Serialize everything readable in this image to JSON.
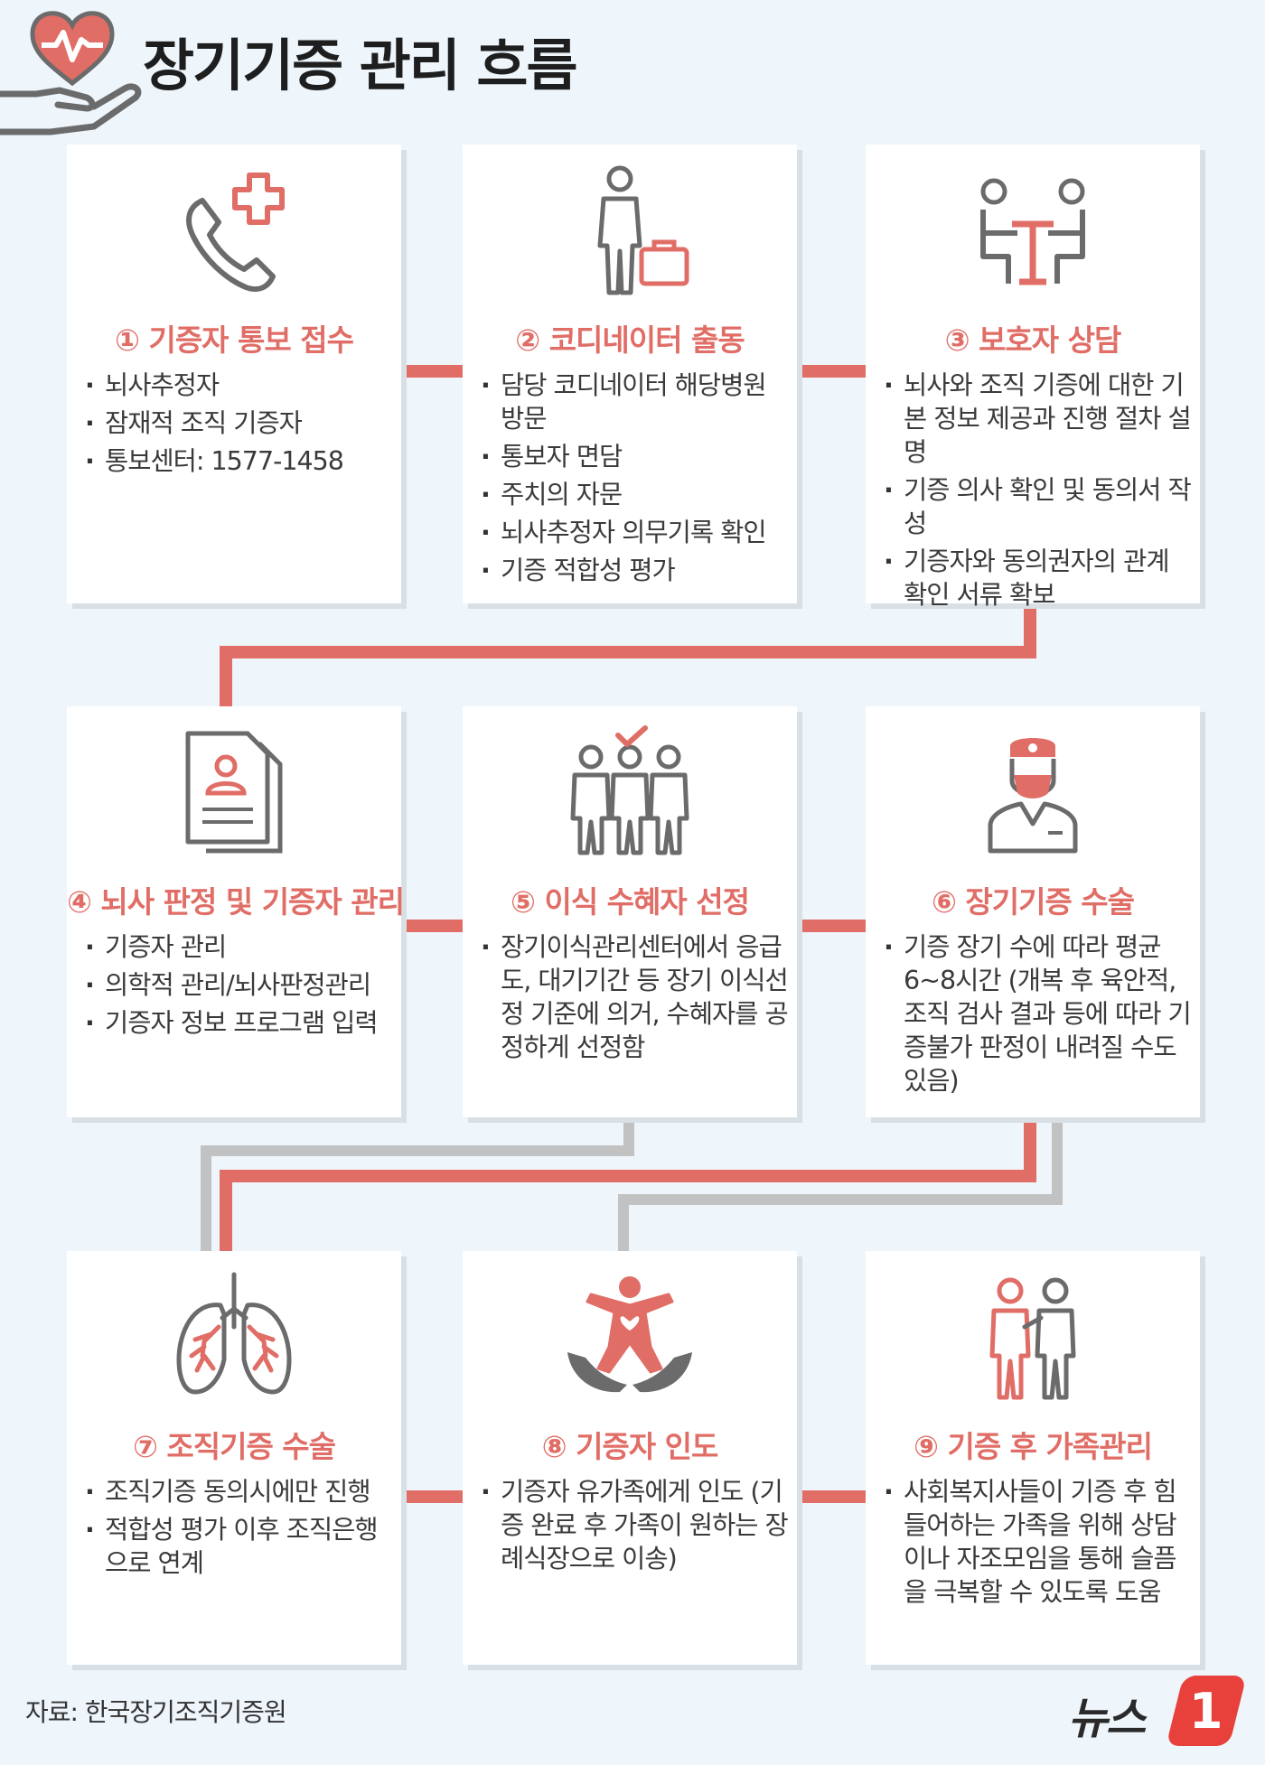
{
  "header": {
    "title": "장기기증 관리 흐름",
    "logo_icon": "heart-hand-icon"
  },
  "steps": [
    {
      "title": "① 기증자 통보 접수",
      "icon": "phone-plus-icon",
      "items": [
        "뇌사추정자",
        "잠재적 조직 기증자",
        "통보센터: 1577-1458"
      ]
    },
    {
      "title": "② 코디네이터 출동",
      "icon": "person-briefcase-icon",
      "items": [
        "담당 코디네이터 해당병원 방문",
        "통보자 면담",
        "주치의 자문",
        "뇌사추정자 의무기록 확인",
        "기증 적합성 평가"
      ]
    },
    {
      "title": "③ 보호자 상담",
      "icon": "consultation-icon",
      "items": [
        "뇌사와 조직 기증에 대한 기본 정보 제공과 진행 절차 설명",
        "기증 의사 확인 및 동의서 작성",
        "기증자와 동의권자의 관계확인 서류 확보"
      ]
    },
    {
      "title": "④ 뇌사 판정 및 기증자 관리",
      "icon": "document-profile-icon",
      "items": [
        "기증자 관리",
        "의학적 관리/뇌사판정관리",
        "기증자 정보 프로그램 입력"
      ]
    },
    {
      "title": "⑤ 이식 수혜자 선정",
      "icon": "group-check-icon",
      "items": [
        "장기이식관리센터에서 응급도, 대기기간 등 장기 이식선정 기준에 의거, 수혜자를 공정하게 선정함"
      ]
    },
    {
      "title": "⑥ 장기기증 수술",
      "icon": "surgeon-icon",
      "items": [
        "기증 장기 수에 따라 평균 6~8시간 (개복 후 육안적, 조직 검사 결과 등에 따라 기증불가 판정이 내려질 수도 있음)"
      ]
    },
    {
      "title": "⑦ 조직기증 수술",
      "icon": "lungs-icon",
      "items": [
        "조직기증 동의시에만 진행",
        "적합성 평가 이후 조직은행으로 연계"
      ]
    },
    {
      "title": "⑧ 기증자 인도",
      "icon": "hands-person-icon",
      "items": [
        "기증자 유가족에게 인도 (기증 완료 후 가족이 원하는 장례식장으로 이송)"
      ]
    },
    {
      "title": "⑨ 기증 후 가족관리",
      "icon": "family-care-icon",
      "items": [
        "사회복지사들이 기증 후 힘들어하는 가족을 위해 상담이나 자조모임을 통해 슬픔을 극복할 수 있도록 도움"
      ]
    }
  ],
  "footer": {
    "source": "자료: 한국장기조직기증원",
    "brand_text": "뉴스",
    "brand_badge": "1"
  },
  "colors": {
    "accent": "#e06d66",
    "icon_gray": "#6b6b6b",
    "connector_gray": "#c2c2c2",
    "background": "#eef5fb"
  }
}
